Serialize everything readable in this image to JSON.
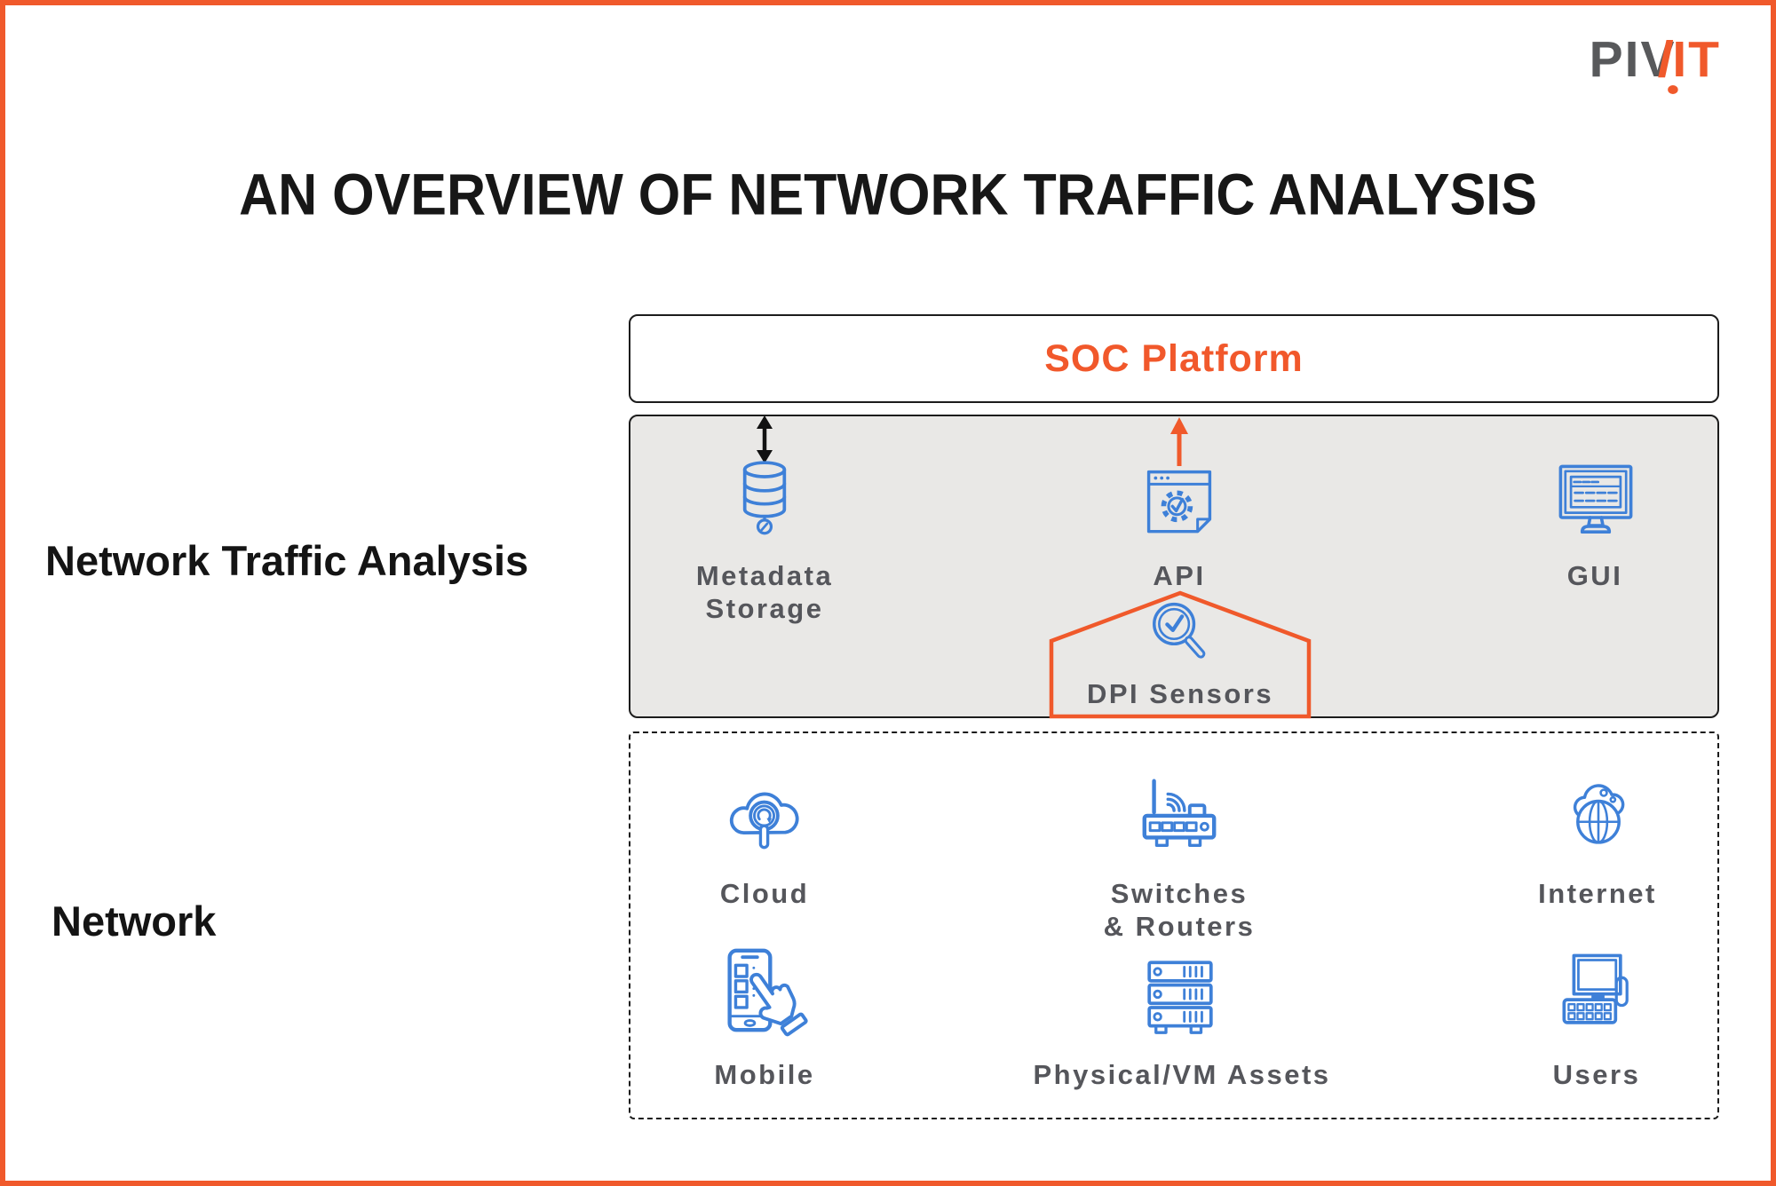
{
  "logo": {
    "gray": "PIV",
    "slash": "/",
    "orange": "IT"
  },
  "title": "AN OVERVIEW OF NETWORK TRAFFIC ANALYSIS",
  "soc": {
    "label": "SOC Platform"
  },
  "nta": {
    "side_label": "Network Traffic Analysis",
    "items": {
      "metadata": {
        "icon": "database-icon",
        "line1": "Metadata",
        "line2": "Storage"
      },
      "api": {
        "icon": "api-window-gear-icon",
        "label": "API"
      },
      "gui": {
        "icon": "monitor-window-icon",
        "label": "GUI"
      },
      "dpi": {
        "icon": "magnifier-check-icon",
        "label": "DPI Sensors"
      }
    }
  },
  "network": {
    "side_label": "Network",
    "items": {
      "cloud": {
        "icon": "cloud-search-icon",
        "label": "Cloud"
      },
      "switches": {
        "icon": "wireless-router-icon",
        "line1": "Switches",
        "line2": "& Routers"
      },
      "internet": {
        "icon": "globe-cloud-icon",
        "label": "Internet"
      },
      "mobile": {
        "icon": "mobile-touch-icon",
        "label": "Mobile"
      },
      "assets": {
        "icon": "server-stack-icon",
        "label": "Physical/VM Assets"
      },
      "users": {
        "icon": "desktop-computer-icon",
        "label": "Users"
      }
    }
  },
  "colors": {
    "accent_orange": "#F0592B",
    "icon_blue": "#3E80D8",
    "label_gray": "#55565B",
    "panel_gray": "#E9E8E6",
    "text_black": "#171717"
  }
}
